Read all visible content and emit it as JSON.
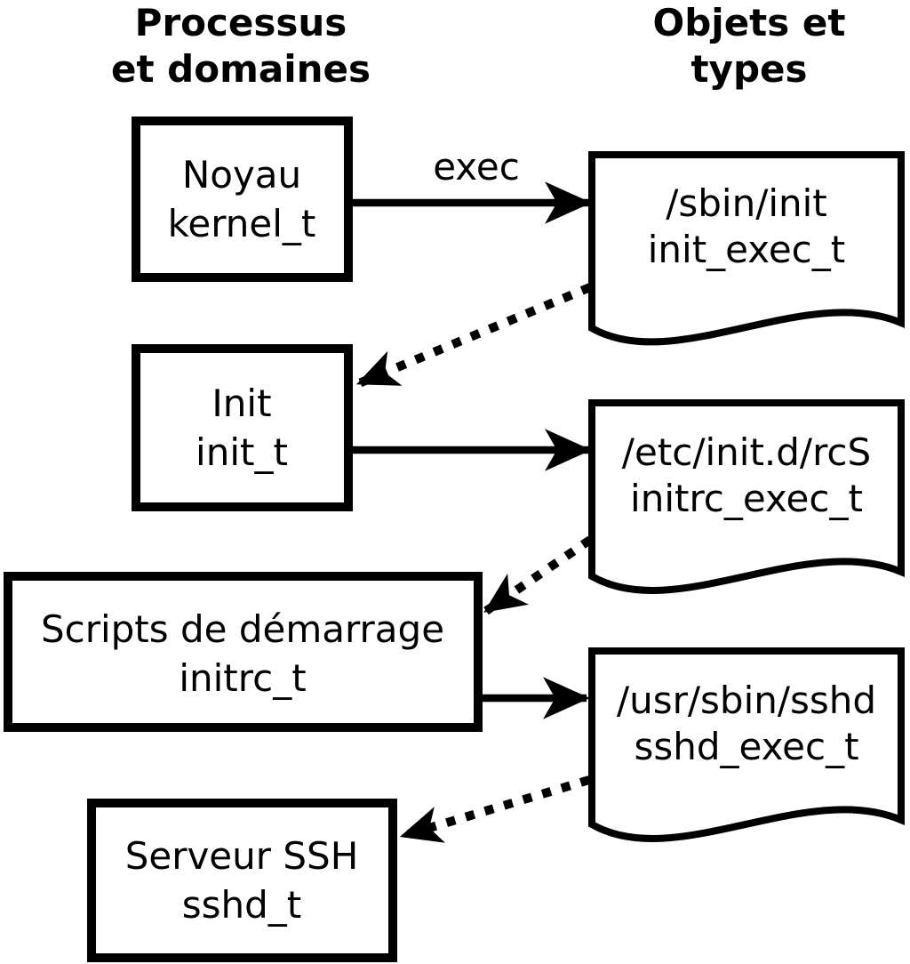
{
  "diagram": {
    "column_headers": {
      "left": {
        "line1": "Processus",
        "line2": "et domaines"
      },
      "right": {
        "line1": "Objets et",
        "line2": "types"
      }
    },
    "process_boxes": [
      {
        "label": "Noyau",
        "domain": "kernel_t"
      },
      {
        "label": "Init",
        "domain": "init_t"
      },
      {
        "label": "Scripts de démarrage",
        "domain": "initrc_t"
      },
      {
        "label": "Serveur SSH",
        "domain": "sshd_t"
      }
    ],
    "object_documents": [
      {
        "path": "/sbin/init",
        "type": "init_exec_t"
      },
      {
        "path": "/etc/init.d/rcS",
        "type": "initrc_exec_t"
      },
      {
        "path": "/usr/sbin/sshd",
        "type": "sshd_exec_t"
      }
    ],
    "labels": {
      "exec": "exec"
    },
    "colors": {
      "stroke": "#000000",
      "background": "#ffffff"
    }
  }
}
